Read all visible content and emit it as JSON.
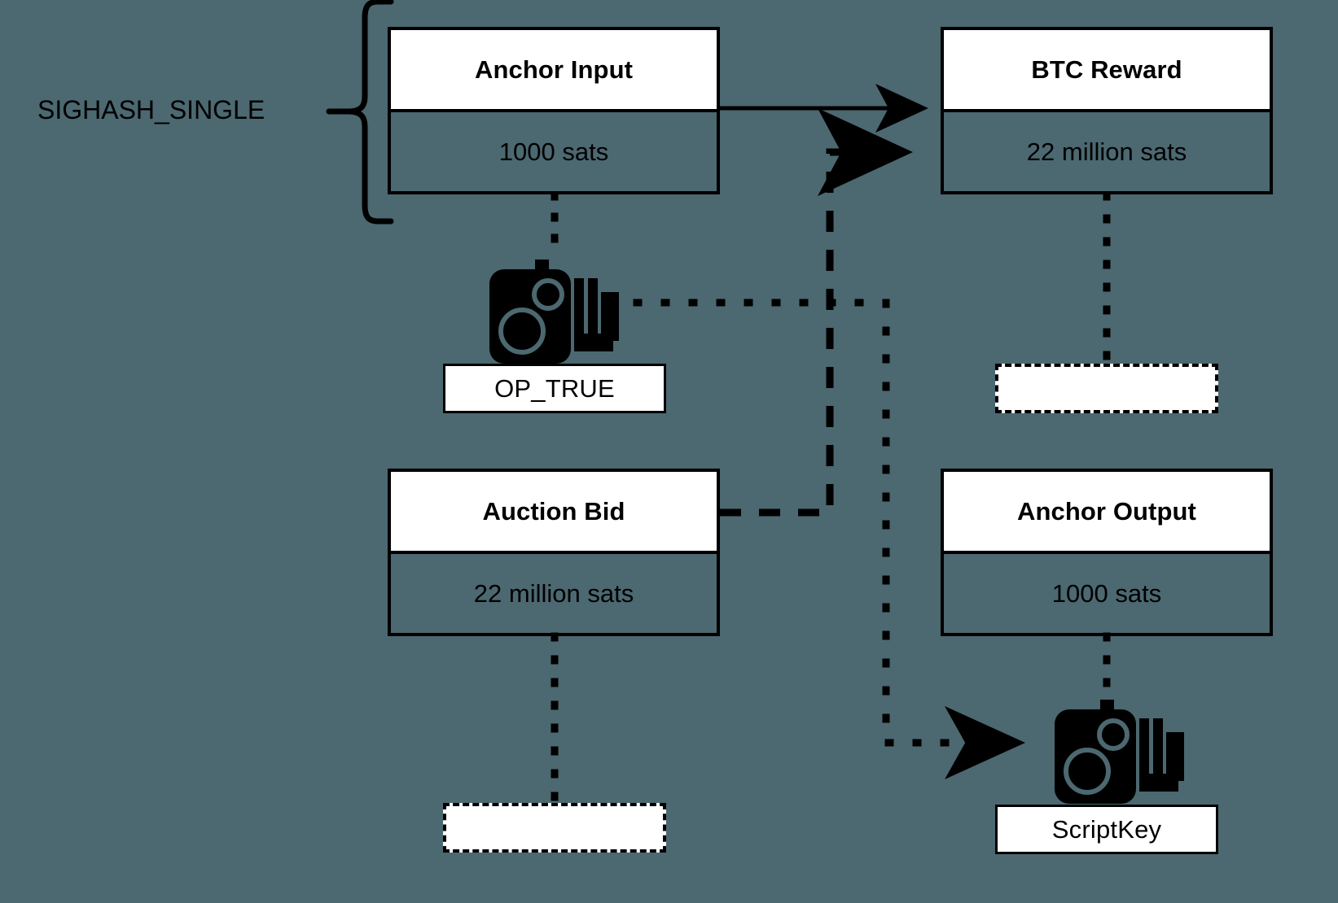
{
  "diagram": {
    "title_annotation": "SIGHASH_SINGLE",
    "background_color": "#4c6870",
    "line_color": "#000000",
    "boxes": [
      {
        "id": "anchor-input",
        "header": "Anchor Input",
        "value": "1000 sats"
      },
      {
        "id": "btc-reward",
        "header": "BTC Reward",
        "value": "22 million sats"
      },
      {
        "id": "auction-bid",
        "header": "Auction Bid",
        "value": "22 million sats"
      },
      {
        "id": "anchor-output",
        "header": "Anchor Output",
        "value": "1000 sats"
      }
    ],
    "chips": [
      {
        "id": "op-true",
        "label": "OP_TRUE",
        "empty": false
      },
      {
        "id": "btc-reward-script",
        "label": "",
        "empty": true
      },
      {
        "id": "auction-bid-script",
        "label": "",
        "empty": true
      },
      {
        "id": "script-key",
        "label": "ScriptKey",
        "empty": false
      }
    ],
    "icons": [
      {
        "id": "anchor-input-key",
        "name": "key-icon"
      },
      {
        "id": "script-key-key",
        "name": "key-icon"
      }
    ]
  }
}
